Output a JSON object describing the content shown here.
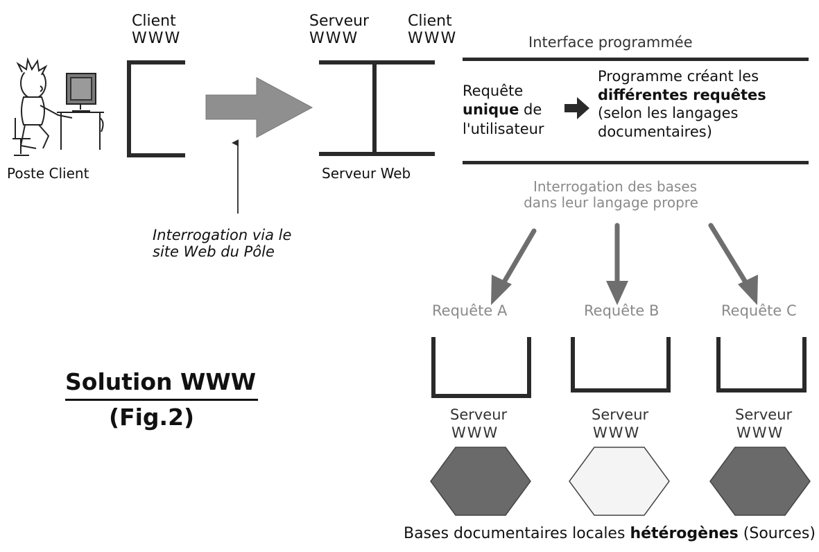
{
  "labels": {
    "client_www_1": "Client",
    "client_www_2": "WWW",
    "serveur_www_1": "Serveur",
    "serveur_www_2": "WWW",
    "client2_www_1": "Client",
    "client2_www_2": "WWW",
    "interface": "Interface programmée",
    "poste_client": "Poste Client",
    "serveur_web": "Serveur Web",
    "interrogation_site_1": "Interrogation via le",
    "interrogation_site_2": "site Web du Pôle",
    "requete_unique_1": "Requête",
    "requete_unique_2a": "unique",
    "requete_unique_2b": " de",
    "requete_unique_3": "l'utilisateur",
    "programme_1": "Programme créant les",
    "programme_2": "différentes requêtes",
    "programme_3": "(selon les langages",
    "programme_4": "documentaires)",
    "interrogation_bases_1": "Interrogation des bases",
    "interrogation_bases_2": "dans leur langage propre",
    "requete_a": "Requête A",
    "requete_b": "Requête B",
    "requete_c": "Requête C",
    "serveur_a_1": "Serveur",
    "serveur_a_2": "WWW",
    "serveur_b_1": "Serveur",
    "serveur_b_2": "WWW",
    "serveur_c_1": "Serveur",
    "serveur_c_2": "WWW",
    "solution_title": "Solution WWW",
    "solution_fig": "(Fig.2)",
    "bases_a": "Bases documentaires locales ",
    "bases_b": "hétérogènes",
    "bases_c": " (Sources)"
  },
  "colors": {
    "dark_fill": "#6a6a6a",
    "light_fill": "#f4f4f4",
    "arrow_gray": "#8f8f8f",
    "line": "#2a2a2a"
  }
}
